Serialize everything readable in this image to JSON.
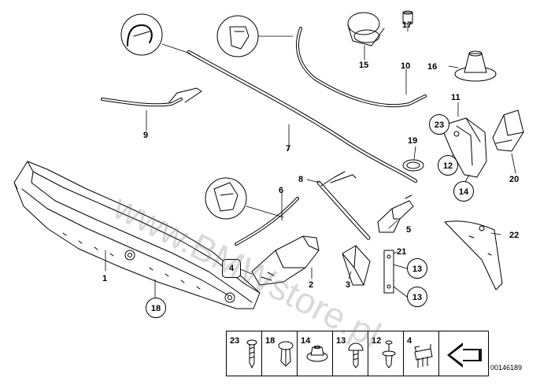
{
  "watermark": "www.BMWstore.pl",
  "diagram_number": "00146189",
  "labels": {
    "l1": "1",
    "l2": "2",
    "l3": "3",
    "l5": "5",
    "l6": "6",
    "l7": "7",
    "l8": "8",
    "l9": "9",
    "l10": "10",
    "l11": "11",
    "l15": "15",
    "l16": "16",
    "l17": "17",
    "l19": "19",
    "l20": "20",
    "l21": "21",
    "l22": "22"
  },
  "callouts": {
    "c4": "4",
    "c12": "12",
    "c13a": "13",
    "c13b": "13",
    "c14": "14",
    "c18": "18",
    "c23": "23"
  },
  "legend": [
    "23",
    "18",
    "14",
    "13",
    "12",
    "4"
  ]
}
